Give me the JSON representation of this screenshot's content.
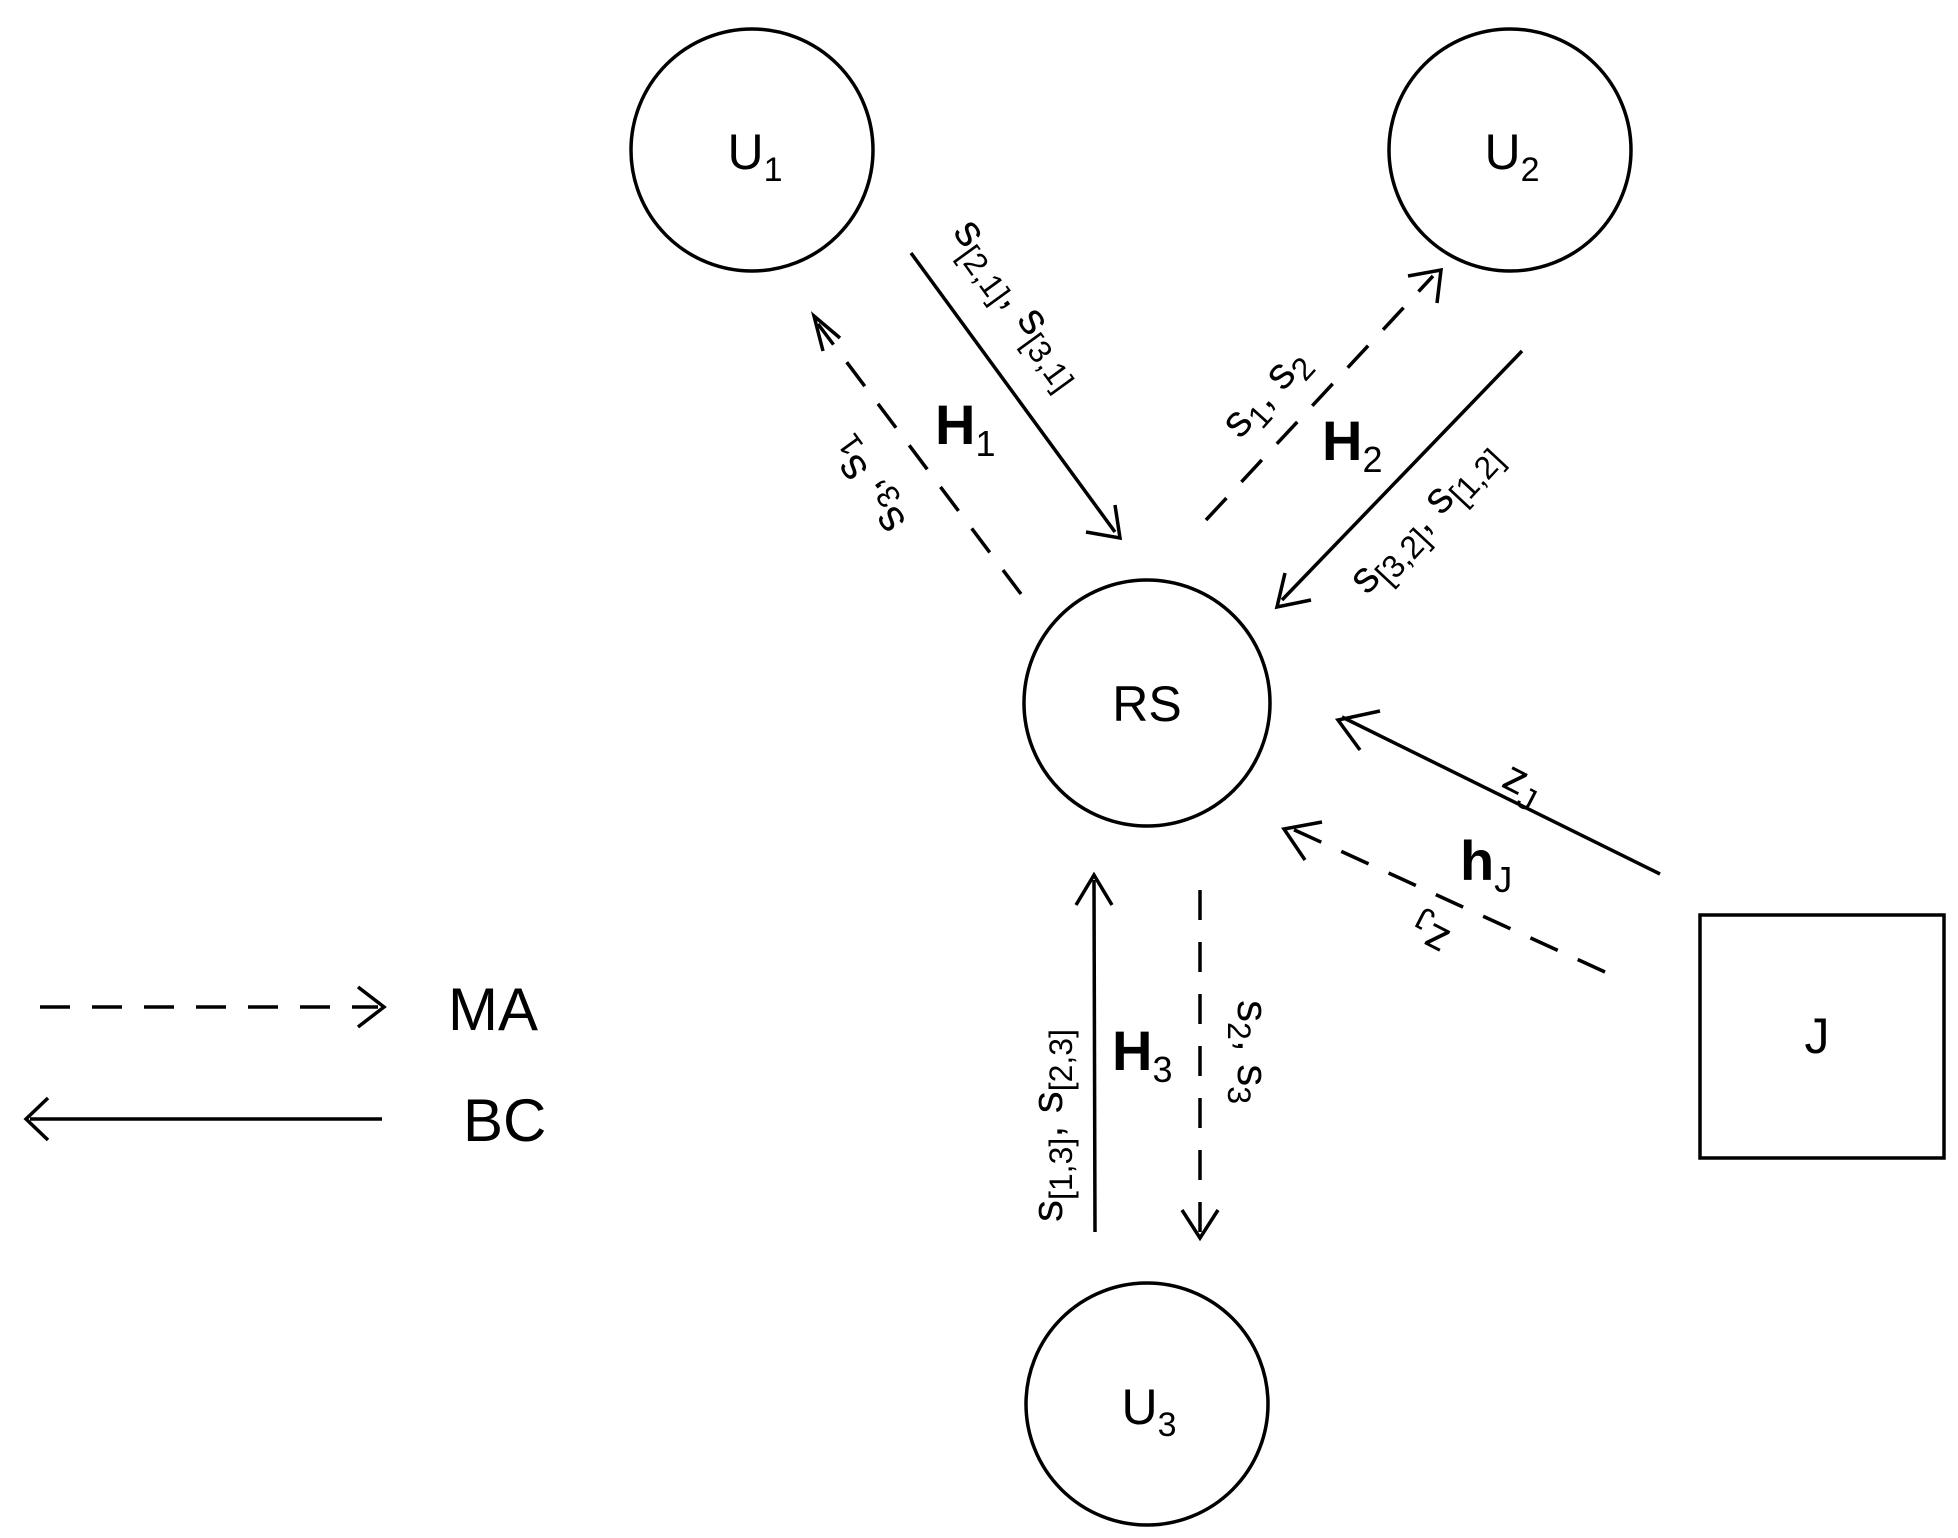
{
  "nodes": {
    "u1": {
      "base": "U",
      "sub": "1"
    },
    "u2": {
      "base": "U",
      "sub": "2"
    },
    "u3": {
      "base": "U",
      "sub": "3"
    },
    "rs": {
      "label": "RS"
    },
    "jammer": {
      "label": "J"
    }
  },
  "channels": {
    "h1": {
      "base": "H",
      "sub": "1"
    },
    "h2": {
      "base": "H",
      "sub": "2"
    },
    "h3": {
      "base": "H",
      "sub": "3"
    },
    "hj": {
      "base": "h",
      "sub": "J"
    }
  },
  "edge_labels": {
    "u1_bc": {
      "a": "s",
      "a_sub": "[2,1]",
      "sep": ", ",
      "b": "s",
      "b_sub": "[3,1]"
    },
    "u1_ma": {
      "a": "s",
      "a_sub": "3",
      "sep": ", ",
      "b": "s",
      "b_sub": "1"
    },
    "u2_ma": {
      "a": "s",
      "a_sub": "1",
      "sep": ", ",
      "b": "s",
      "b_sub": "2"
    },
    "u2_bc": {
      "a": "s",
      "a_sub": "[3,2]",
      "sep": ", ",
      "b": "s",
      "b_sub": "[1,2]"
    },
    "u3_bc": {
      "a": "s",
      "a_sub": "[1,3]",
      "sep": ", ",
      "b": "s",
      "b_sub": "[2,3]"
    },
    "u3_ma": {
      "a": "s",
      "a_sub": "2",
      "sep": ", ",
      "b": "s",
      "b_sub": "3"
    },
    "j_bc": {
      "a": "z",
      "a_sub": "J"
    },
    "j_ma": {
      "a": "z",
      "a_sub": "J"
    }
  },
  "legend": {
    "ma_label": "MA",
    "bc_label": "BC"
  }
}
